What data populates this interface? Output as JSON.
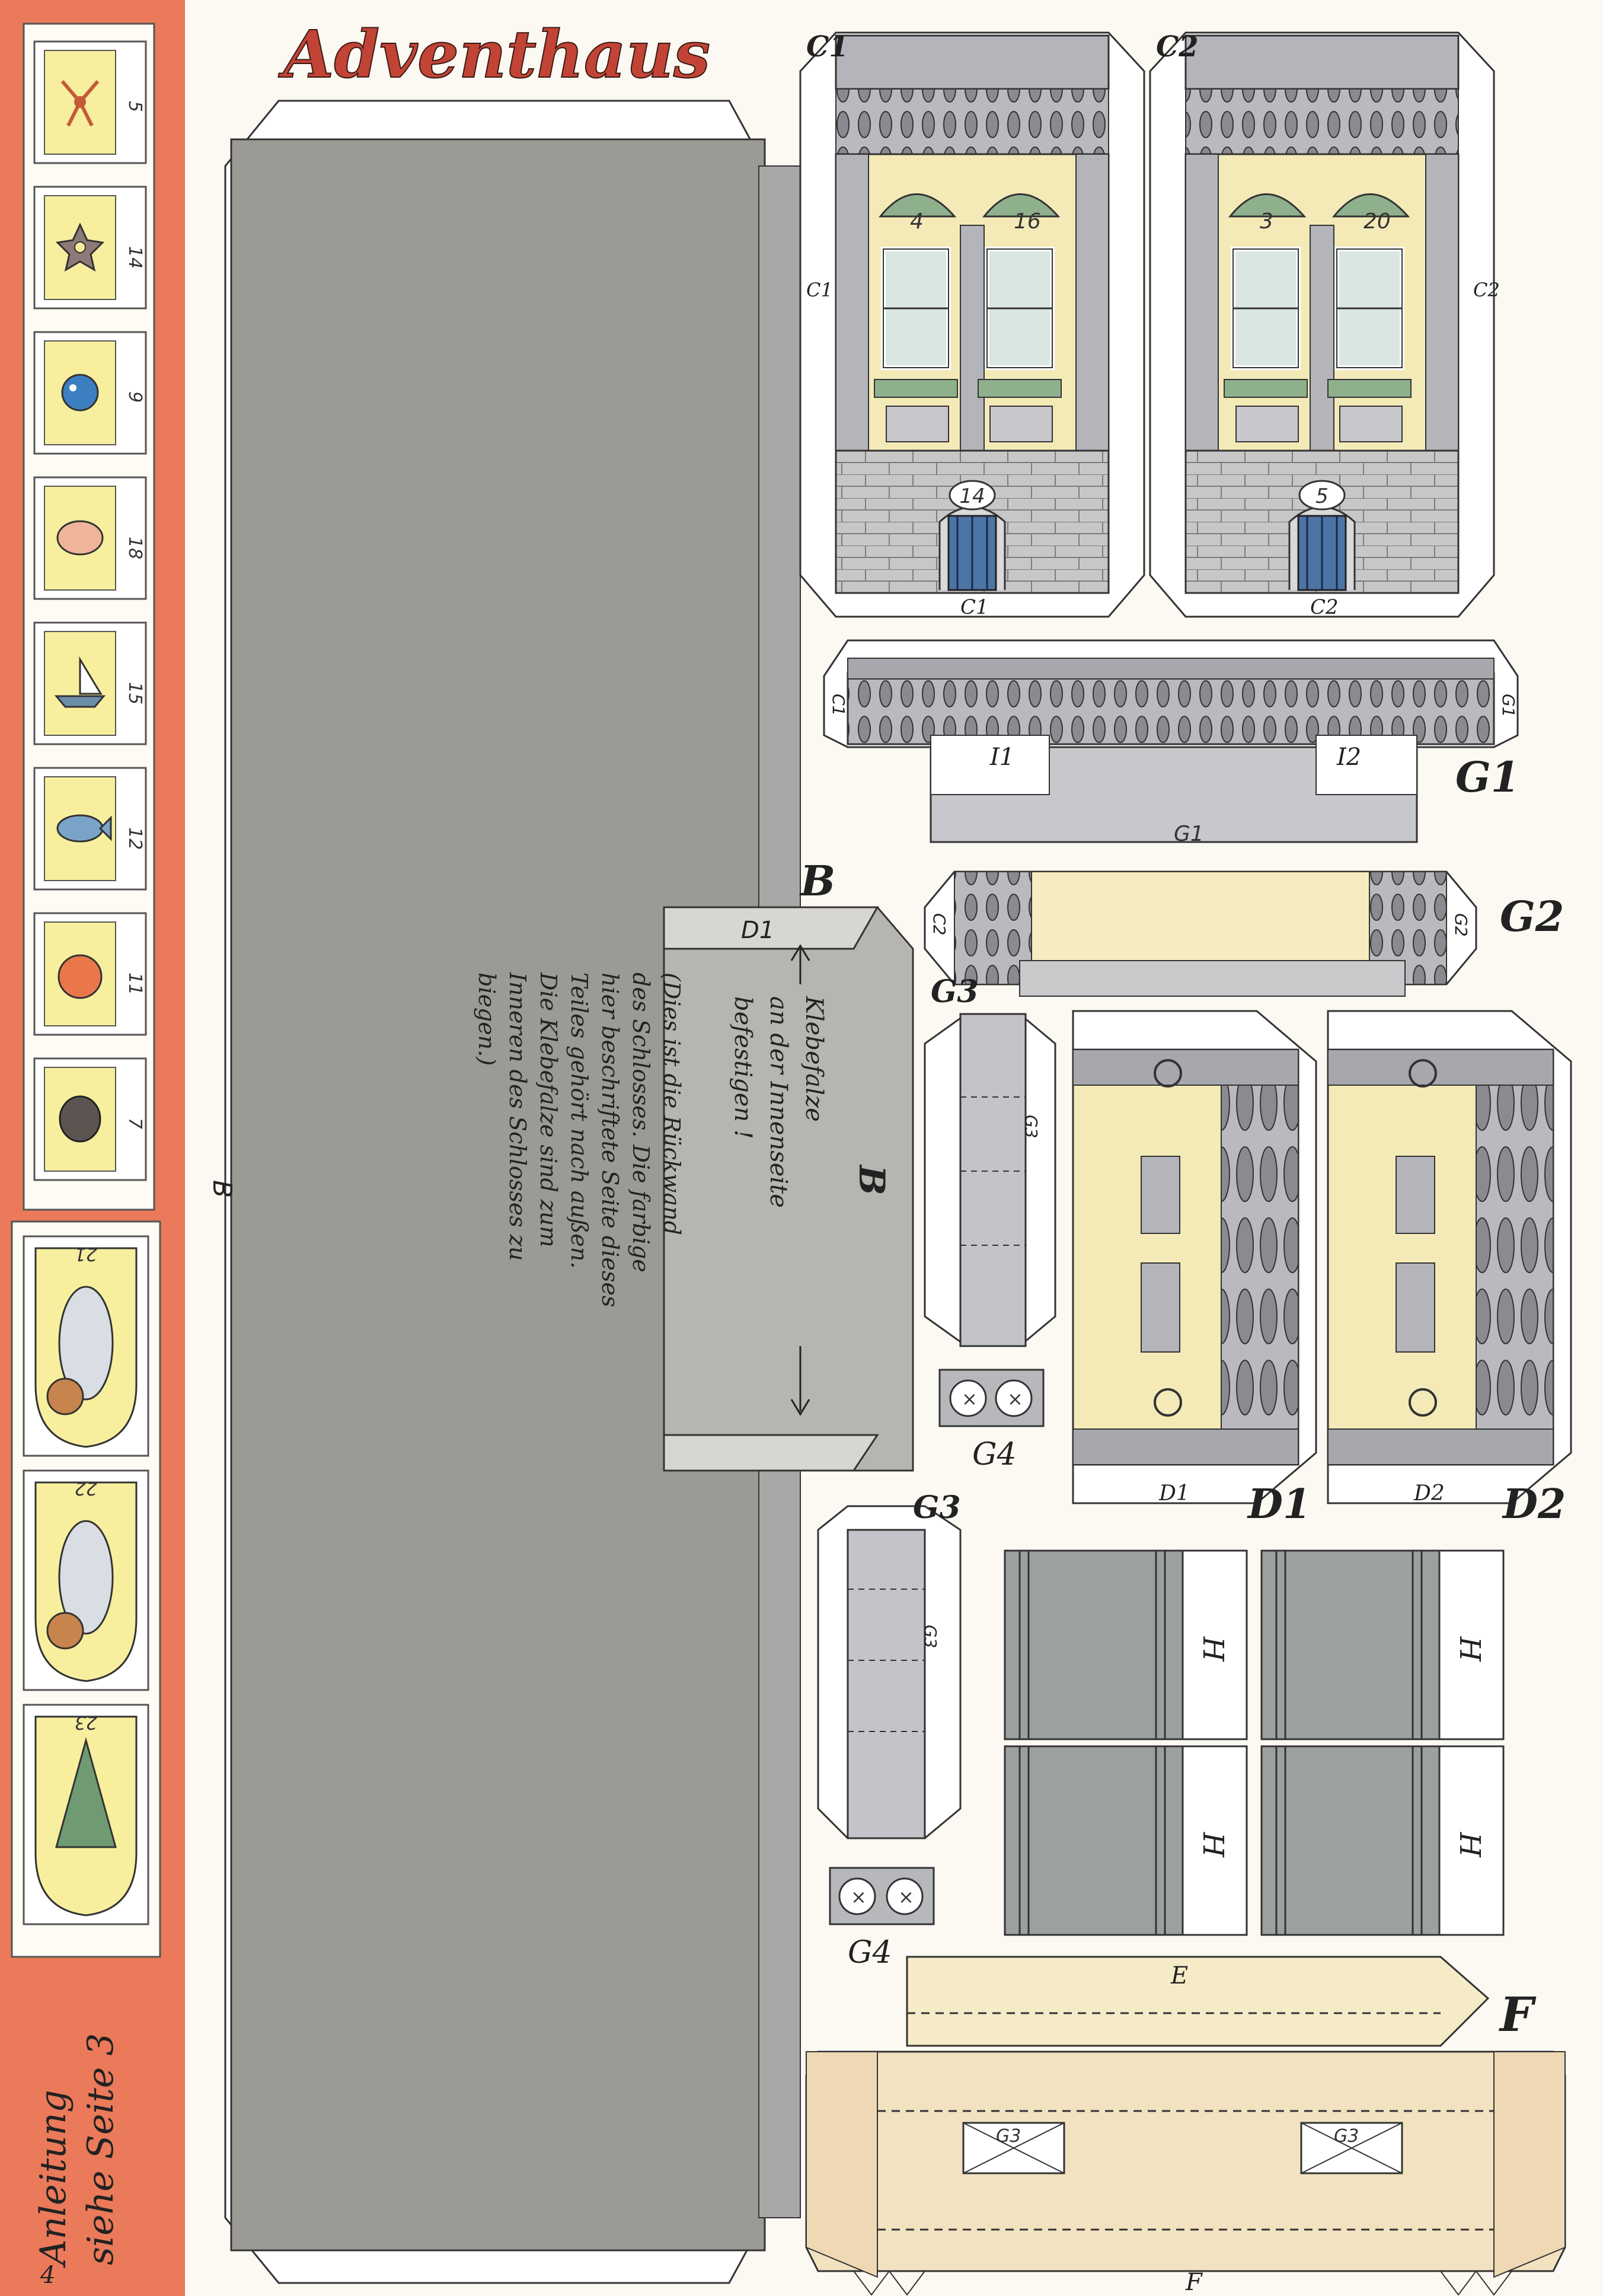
{
  "page": {
    "title": "Adventhaus",
    "page_number": "4",
    "instruction_line1": "Anleitung",
    "instruction_line2": "siehe Seite 3",
    "colors": {
      "sidebar": "#ea7a5a",
      "back_wall": "#9c9a95",
      "facade_gray": "#b4b5ba",
      "facade_cream": "#f4eab8",
      "window_green": "#8fb08c",
      "window_glass": "#d9e6e2",
      "door_blue": "#4d74a6",
      "floor_cream": "#f2e2bf",
      "shield_yellow": "#f7ef9e"
    }
  },
  "calendar_tiles": [
    {
      "number": "5",
      "icon": "bow-icon"
    },
    {
      "number": "14",
      "icon": "star-icon"
    },
    {
      "number": "9",
      "icon": "bird-icon"
    },
    {
      "number": "18",
      "icon": "pig-icon"
    },
    {
      "number": "15",
      "icon": "sailboat-icon"
    },
    {
      "number": "12",
      "icon": "fish-icon"
    },
    {
      "number": "11",
      "icon": "apple-icon"
    },
    {
      "number": "7",
      "icon": "nut-icon"
    }
  ],
  "shields": [
    {
      "number": "21",
      "icon": "figure-icon"
    },
    {
      "number": "22",
      "icon": "figure-icon"
    },
    {
      "number": "23",
      "icon": "tree-icon"
    }
  ],
  "back_wall": {
    "label": "B",
    "tab_label": "D1",
    "flap_label": "B",
    "corner_label": "B",
    "glue_note": [
      "Klebefalze",
      "an der Innenseite",
      "befestigen !"
    ],
    "note": [
      "(Dies ist die Rückwand",
      "des Schlosses. Die farbige",
      "hier beschriftete Seite dieses",
      "Teiles gehört nach außen.",
      "Die Klebefalze sind zum",
      "Inneren des Schlosses zu",
      "biegen.)"
    ]
  },
  "facades": [
    {
      "id": "C1",
      "top_label": "C1",
      "side_label": "C1",
      "bottom_label": "C1",
      "windows": [
        "4",
        "16"
      ],
      "door_number": "14"
    },
    {
      "id": "C2",
      "top_label": "C2",
      "side_label": "C2",
      "bottom_label": "C2",
      "windows": [
        "3",
        "20"
      ],
      "door_number": "5"
    }
  ],
  "parts": {
    "g1": {
      "label": "G1",
      "tab_left": "I1",
      "tab_right": "I2",
      "base_label": "G1",
      "end_left": "C1",
      "end_right": "G1"
    },
    "g2": {
      "label": "G2",
      "end_left": "C2",
      "end_right": "G2"
    },
    "g3": {
      "label": "G3",
      "inner_label": "G3"
    },
    "g4": {
      "label": "G4"
    },
    "d1": {
      "label": "D1",
      "bottom_label": "D1"
    },
    "d2": {
      "label": "D2",
      "bottom_label": "D2"
    },
    "h": {
      "label": "H"
    },
    "f": {
      "label": "F",
      "top_label": "E",
      "bottom_label": "F",
      "inner_labels": [
        "G3",
        "G3"
      ]
    }
  }
}
